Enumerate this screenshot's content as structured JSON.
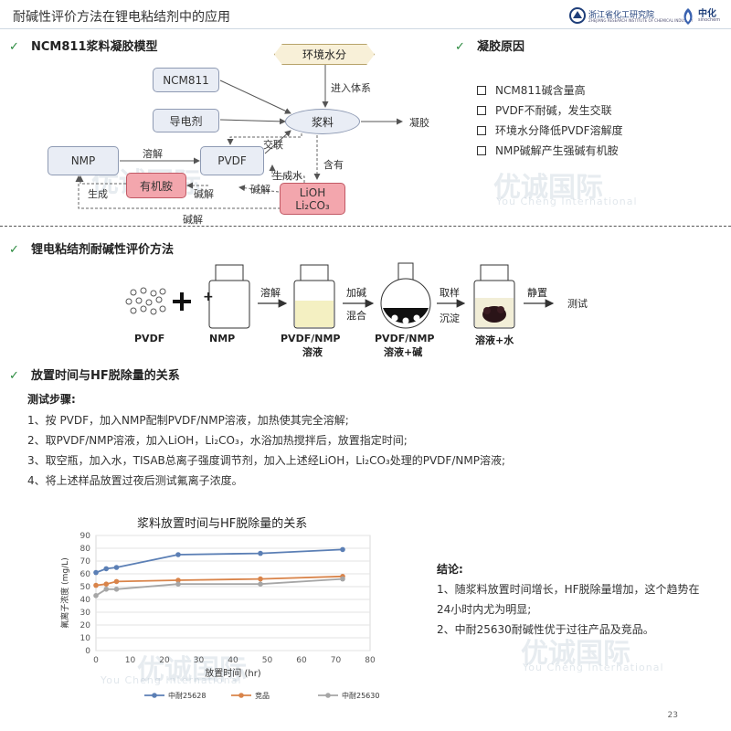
{
  "header": {
    "title": "耐碱性评价方法在锂电粘结剂中的应用",
    "logo1_text": "浙江省化工研究院",
    "logo1_sub": "ZHEJIANG RESEARCH INSTITUTE OF CHEMICAL INDUSTRY",
    "logo2_text": "中化",
    "logo2_sub": "sinochem"
  },
  "section1": {
    "check": "✓",
    "title": "NCM811浆料凝胶模型",
    "nodes": {
      "env_water": "环境水分",
      "ncm811": "NCM811",
      "conductive": "导电剂",
      "slurry": "浆料",
      "nmp": "NMP",
      "pvdf": "PVDF",
      "amine": "有机胺",
      "lioh": "LiOH",
      "li2co3": "Li₂CO₃"
    },
    "edge_labels": {
      "enter": "进入体系",
      "gel": "凝胶",
      "crosslink": "交联",
      "dissolve": "溶解",
      "generate": "生成",
      "alkali_sol1": "碱解",
      "alkali_sol2": "碱解",
      "alkali_sol3": "碱解",
      "gen_water": "生成水",
      "contain": "含有"
    }
  },
  "reasons": {
    "check": "✓",
    "title": "凝胶原因",
    "items": [
      "NCM811碱含量高",
      "PVDF不耐碱，发生交联",
      "环境水分降低PVDF溶解度",
      "NMP碱解产生强碱有机胺"
    ]
  },
  "section2": {
    "check": "✓",
    "title": "锂电粘结剂耐碱性评价方法",
    "labels": {
      "pvdf": "PVDF",
      "nmp": "NMP",
      "solution1": "PVDF/NMP",
      "solution1b": "溶液",
      "solution2": "PVDF/NMP",
      "solution2b": "溶液+碱",
      "solution3": "溶液+水"
    },
    "plus": "+",
    "steps": {
      "dissolve": "溶解",
      "add_alkali": "加碱",
      "mix": "混合",
      "sample": "取样",
      "settle": "沉淀",
      "still": "静置",
      "test": "测试"
    }
  },
  "section3": {
    "check": "✓",
    "title": "放置时间与HF脱除量的关系",
    "steps_title": "测试步骤:",
    "steps": [
      "1、按 PVDF，加入NMP配制PVDF/NMP溶液，加热使其完全溶解;",
      "2、取PVDF/NMP溶液，加入LiOH，Li₂CO₃，水浴加热搅拌后，放置指定时间;",
      "3、取空瓶，加入水，TISAB总离子强度调节剂，加入上述经LiOH，Li₂CO₃处理的PVDF/NMP溶液;",
      "4、将上述样品放置过夜后测试氟离子浓度。"
    ]
  },
  "chart_data": {
    "type": "line",
    "title": "浆料放置时间与HF脱除量的关系",
    "xlabel": "放置时间 (hr)",
    "ylabel": "氟离子浓度 (mg/L)",
    "xlim": [
      0,
      80
    ],
    "ylim": [
      0,
      90
    ],
    "xticks": [
      0,
      10,
      20,
      30,
      40,
      50,
      60,
      70,
      80
    ],
    "yticks": [
      0,
      10,
      20,
      30,
      40,
      50,
      60,
      70,
      80,
      90
    ],
    "grid": true,
    "legend_position": "bottom",
    "series": [
      {
        "name": "中耐25628",
        "color": "#5b7fb5",
        "x": [
          0,
          3,
          6,
          24,
          48,
          72
        ],
        "values": [
          61,
          64,
          65,
          75,
          76,
          79
        ]
      },
      {
        "name": "竞品",
        "color": "#d9844a",
        "x": [
          0,
          3,
          6,
          24,
          48,
          72
        ],
        "values": [
          51,
          52,
          54,
          55,
          56,
          58
        ]
      },
      {
        "name": "中耐25630",
        "color": "#a6a6a6",
        "x": [
          0,
          3,
          6,
          24,
          48,
          72
        ],
        "values": [
          43,
          48,
          48,
          52,
          52,
          56
        ]
      }
    ]
  },
  "conclusion": {
    "title": "结论:",
    "lines": [
      "1、随浆料放置时间增长，HF脱除量增加，这个趋势在",
      "24小时内尤为明显;",
      "2、中耐25630耐碱性优于过往产品及竞品。"
    ]
  },
  "watermark": {
    "text": "优诚国际",
    "sub": "You Cheng International"
  },
  "page_number": "23",
  "colors": {
    "accent_green": "#2a8a3e",
    "box_fill": "#e9edf5",
    "pink_fill": "#f3a6ad"
  }
}
